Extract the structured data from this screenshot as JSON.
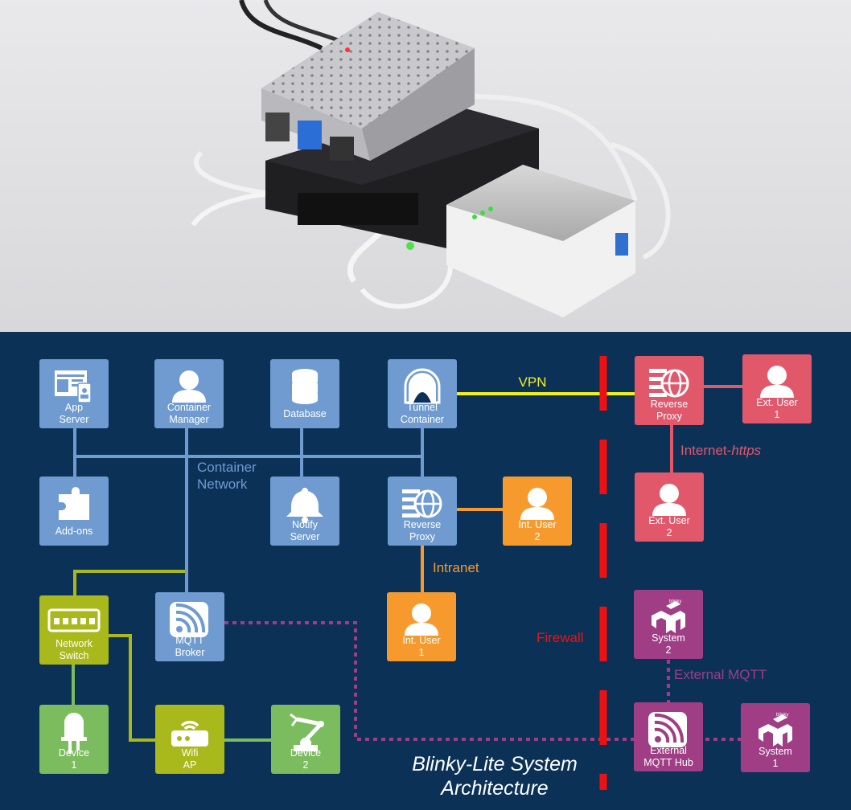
{
  "title": {
    "line1": "Blinky-Lite System",
    "line2": "Architecture"
  },
  "colors": {
    "background": "#0b3157",
    "container": "#6f9bd1",
    "network_green": "#a9b81a",
    "device_green": "#7bbd5e",
    "internal_orange": "#f79a2e",
    "external_red": "#e2586b",
    "mqtt_purple": "#9f3d85",
    "firewall": "#ee1111",
    "vpn": "#f2f21a"
  },
  "nodes": {
    "app_server": {
      "line1": "App",
      "line2": "Server",
      "icon": "app-window-icon"
    },
    "container_manager": {
      "line1": "Container",
      "line2": "Manager",
      "icon": "person-icon"
    },
    "database": {
      "line1": "Database",
      "line2": "",
      "icon": "database-icon"
    },
    "tunnel_container": {
      "line1": "Tunnel",
      "line2": "Container",
      "icon": "tunnel-icon"
    },
    "add_ons": {
      "line1": "Add-ons",
      "line2": "",
      "icon": "puzzle-icon"
    },
    "notify_server": {
      "line1": "Notify",
      "line2": "Server",
      "icon": "bell-icon"
    },
    "reverse_proxy_int": {
      "line1": "Reverse",
      "line2": "Proxy",
      "icon": "globe-icon"
    },
    "int_user_2": {
      "line1": "Int. User",
      "line2": "2",
      "icon": "person-icon"
    },
    "int_user_1": {
      "line1": "Int. User",
      "line2": "1",
      "icon": "person-icon"
    },
    "network_switch": {
      "line1": "Network",
      "line2": "Switch",
      "icon": "switch-icon"
    },
    "mqtt_broker": {
      "line1": "MQTT",
      "line2": "Broker",
      "icon": "wifi-signal-icon"
    },
    "device_1": {
      "line1": "Device",
      "line2": "1",
      "icon": "led-icon"
    },
    "wifi_ap": {
      "line1": "Wifi",
      "line2": "AP",
      "icon": "router-icon"
    },
    "device_2": {
      "line1": "Device",
      "line2": "2",
      "icon": "robot-arm-icon"
    },
    "reverse_proxy_ext": {
      "line1": "Reverse",
      "line2": "Proxy",
      "icon": "globe-icon"
    },
    "ext_user_1": {
      "line1": "Ext. User",
      "line2": "1",
      "icon": "person-icon"
    },
    "ext_user_2": {
      "line1": "Ext. User",
      "line2": "2",
      "icon": "person-icon"
    },
    "system_2": {
      "line1": "System",
      "line2": "2",
      "icon": "blinky-logo-icon"
    },
    "external_mqtt_hub": {
      "line1": "External",
      "line2": "MQTT Hub",
      "icon": "wifi-signal-icon"
    },
    "system_1": {
      "line1": "System",
      "line2": "1",
      "icon": "blinky-logo-icon"
    }
  },
  "labels": {
    "vpn": "VPN",
    "container_network_1": "Container",
    "container_network_2": "Network",
    "internet_prefix": "Internet-",
    "internet_suffix": "https",
    "intranet": "Intranet",
    "firewall": "Firewall",
    "external_mqtt": "External MQTT"
  },
  "photo": {
    "icon": "hardware-photo-icon"
  }
}
